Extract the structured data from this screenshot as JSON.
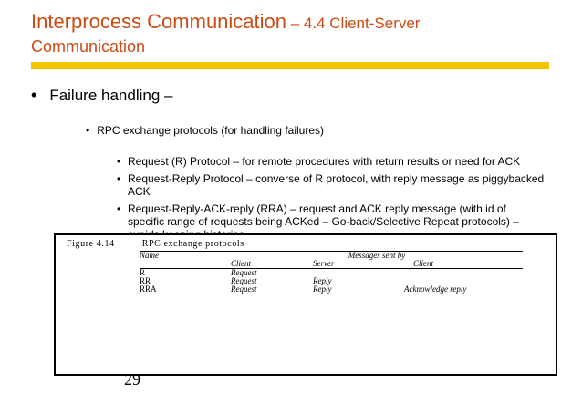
{
  "title": {
    "main": "Interprocess Communication",
    "sub": " – 4.4 Client-Server",
    "line2": "Communication"
  },
  "colors": {
    "title": "#cc4a14",
    "rule": "#f5c400"
  },
  "bullets": {
    "level1": "Failure handling –",
    "level2": "RPC exchange protocols (for handling failures)",
    "level3": [
      "Request (R) Protocol – for remote procedures with return results or need for ACK",
      "Request-Reply Protocol – converse of R protocol, with reply message as piggybacked ACK",
      "Request-Reply-ACK-reply (RRA) – request and ACK reply message (with id of specific range of requests being ACKed – Go-back/Selective Repeat protocols) – avoids keeping histories"
    ]
  },
  "figure": {
    "label": "Figure 4.14",
    "name": "RPC exchange protocols",
    "header": {
      "name": "Name",
      "messages": "Messages sent by",
      "client": "Client",
      "server": "Server",
      "client2": "Client"
    },
    "rows": [
      {
        "name": "R",
        "client": "Request",
        "server": "",
        "client2": ""
      },
      {
        "name": "RR",
        "client": "Request",
        "server": "Reply",
        "client2": ""
      },
      {
        "name": "RRA",
        "client": "Request",
        "server": "Reply",
        "client2": "Acknowledge reply"
      }
    ]
  },
  "page_number": "29"
}
